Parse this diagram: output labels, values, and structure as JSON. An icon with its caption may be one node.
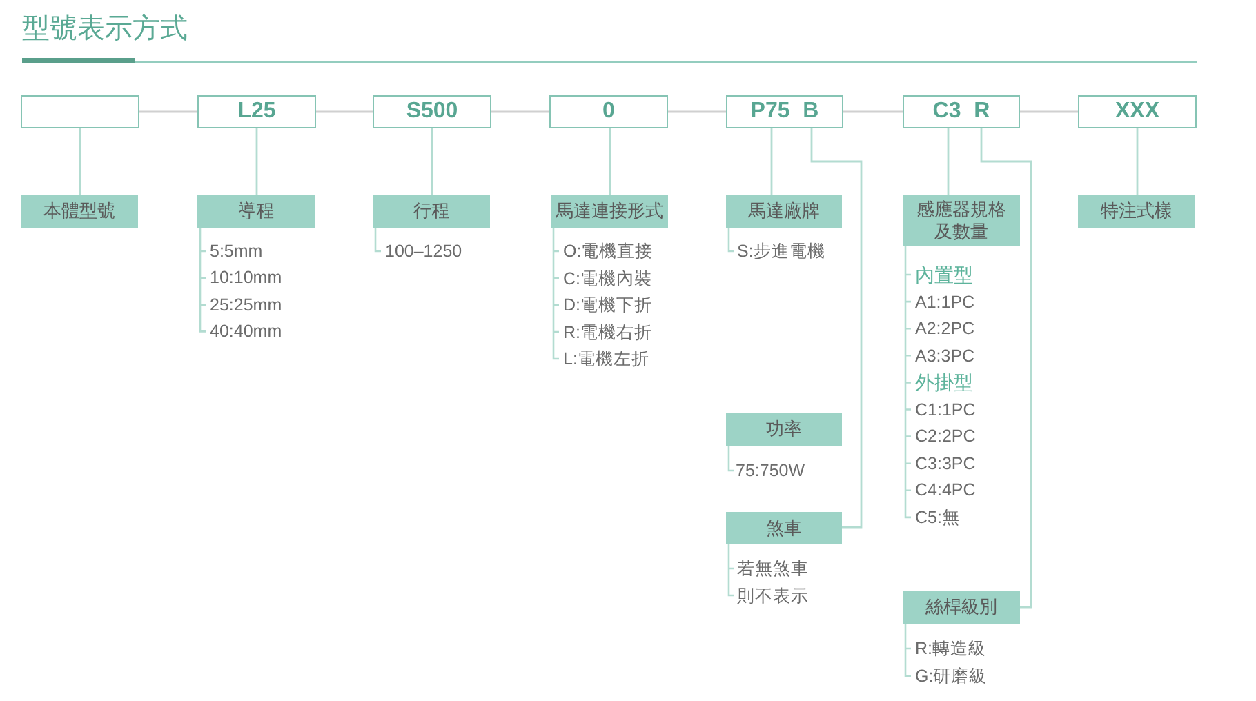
{
  "diagram": {
    "title": "型號表示方式",
    "nodes": [
      {
        "text": [],
        "shape": "box"
      },
      {
        "text": [
          "L25"
        ]
      },
      {
        "text": [
          "S500"
        ]
      },
      {
        "text": [
          "0"
        ]
      },
      {
        "text": [
          "P75 B"
        ]
      },
      {
        "text": [
          "C3 R"
        ]
      },
      {
        "text": [
          "XXX"
        ]
      },
      {
        "text": [
          "本體型號"
        ]
      },
      {
        "text": [
          "導程"
        ],
        "beside": [
          "5:5mm",
          "10:10mm",
          "25:25mm",
          "40:40mm"
        ]
      },
      {
        "text": [
          "行程"
        ],
        "beside": [
          "100–1250"
        ]
      },
      {
        "text": [
          "馬達連接形式"
        ],
        "beside": [
          "O:電機直接",
          "C:電機內裝",
          "D:電機下折",
          "R:電機右折",
          "L:電機左折"
        ]
      },
      {
        "text": [
          "馬達廠牌"
        ],
        "beside": [
          "S:步進電機"
        ]
      },
      {
        "text": [
          "感應器規格及數量"
        ],
        "beside": [
          "內置型",
          "A1:1PC",
          "A2:2PC",
          "A3:3PC",
          "外掛型",
          "C1:1PC",
          "C2:2PC",
          "C3:3PC",
          "C4:4PC",
          "C5:無"
        ]
      },
      {
        "text": [
          "特注式樣"
        ]
      },
      {
        "text": [
          "功率"
        ],
        "beside": [
          "75:750W"
        ]
      },
      {
        "text": [
          "煞車"
        ],
        "beside": [
          "若無煞車",
          "則不表示"
        ]
      },
      {
        "text": [
          "絲桿級別"
        ],
        "beside": [
          "R:轉造級",
          "G:研磨級"
        ]
      }
    ],
    "edges": [
      {
        "from": 0,
        "to": 1,
        "arrow": "none",
        "color": "#d0d0d0"
      },
      {
        "from": 1,
        "to": 2,
        "arrow": "none",
        "color": "#d0d0d0"
      },
      {
        "from": 2,
        "to": 3,
        "arrow": "none",
        "color": "#d0d0d0"
      },
      {
        "from": 3,
        "to": 4,
        "arrow": "none",
        "color": "#d0d0d0"
      },
      {
        "from": 4,
        "to": 5,
        "arrow": "none",
        "color": "#d0d0d0"
      },
      {
        "from": 5,
        "to": 6,
        "arrow": "none",
        "color": "#d0d0d0"
      },
      {
        "from": 0,
        "to": 7,
        "arrow": "none"
      },
      {
        "from": 1,
        "to": 8,
        "arrow": "none"
      },
      {
        "from": 2,
        "to": 9,
        "arrow": "none"
      },
      {
        "from": 3,
        "to": 10,
        "arrow": "none"
      },
      {
        "from": 4,
        "to": 11,
        "arrow": "none"
      },
      {
        "from": 5,
        "to": 12,
        "arrow": "none"
      },
      {
        "from": 6,
        "to": 13,
        "arrow": "none"
      },
      {
        "from": 4,
        "to": 15,
        "arrow": "none"
      },
      {
        "from": 5,
        "to": 16,
        "arrow": "none"
      }
    ]
  }
}
